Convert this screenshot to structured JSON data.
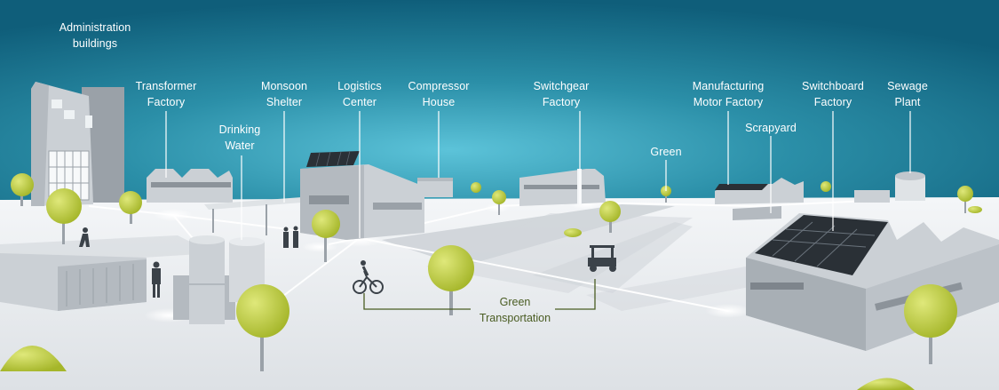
{
  "labels": {
    "administration": "Administration\nbuildings",
    "transformer": "Transformer\nFactory",
    "drinking_water": "Drinking\nWater",
    "monsoon": "Monsoon\nShelter",
    "logistics": "Logistics\nCenter",
    "compressor": "Compressor\nHouse",
    "switchgear": "Switchgear\nFactory",
    "green": "Green",
    "manufacturing": "Manufacturing\nMotor Factory",
    "scrapyard": "Scrapyard",
    "switchboard": "Switchboard\nFactory",
    "sewage": "Sewage\nPlant",
    "green_transport": "Green\nTransportation"
  },
  "colors": {
    "sky_top": "#0f5e7a",
    "sky_mid": "#2b8fa8",
    "sky_glow": "#5cc3d9",
    "ground": "#e6e9ec",
    "road": "#cfd4d9",
    "building_light": "#cbd0d5",
    "building_shade": "#9aa1a8",
    "tree_green": "#b8c832",
    "solar": "#2a3036",
    "annotation_green": "#4a5d23"
  }
}
